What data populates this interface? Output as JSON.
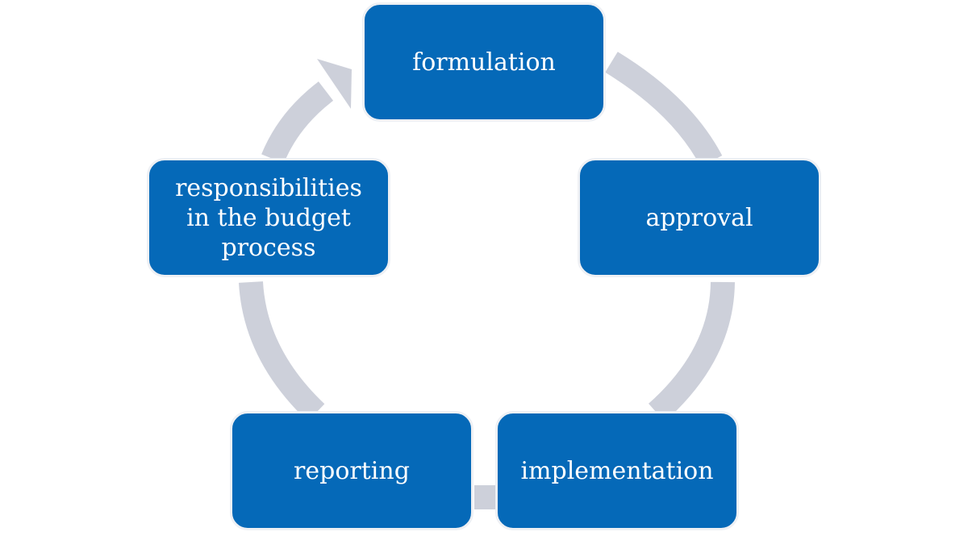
{
  "diagram": {
    "type": "cycle",
    "colors": {
      "node_fill": "#0569b8",
      "node_border": "#eef0f4",
      "node_text": "#ffffff",
      "connector": "#cdd0da"
    },
    "nodes": [
      {
        "id": "formulation",
        "label": "formulation"
      },
      {
        "id": "approval",
        "label": "approval"
      },
      {
        "id": "implementation",
        "label": "implementation"
      },
      {
        "id": "reporting",
        "label": "reporting"
      },
      {
        "id": "responsibilities",
        "label": "responsibilities in the budget process"
      }
    ],
    "edges": [
      {
        "from": "formulation",
        "to": "approval"
      },
      {
        "from": "approval",
        "to": "implementation"
      },
      {
        "from": "implementation",
        "to": "reporting"
      },
      {
        "from": "reporting",
        "to": "responsibilities"
      },
      {
        "from": "responsibilities",
        "to": "formulation",
        "arrowhead": true
      }
    ]
  }
}
